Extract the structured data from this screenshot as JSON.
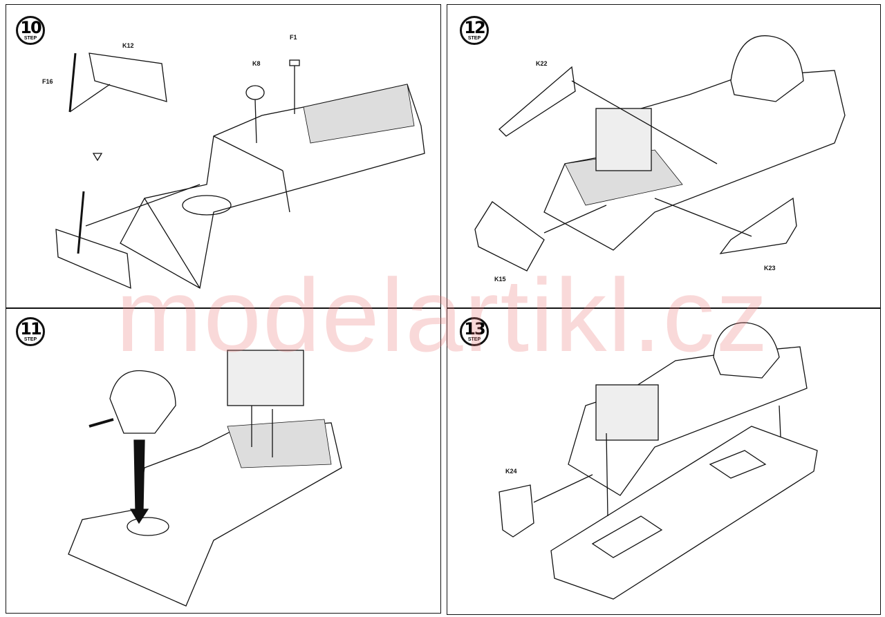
{
  "steps": [
    {
      "number": "10",
      "label": "STEP",
      "parts": [
        "K12",
        "F16",
        "K8",
        "F1"
      ]
    },
    {
      "number": "12",
      "label": "STEP",
      "parts": [
        "K22",
        "K15",
        "K23"
      ]
    },
    {
      "number": "11",
      "label": "STEP",
      "parts": []
    },
    {
      "number": "13",
      "label": "STEP",
      "parts": [
        "K24"
      ]
    }
  ],
  "watermark": "modelartikl.cz"
}
